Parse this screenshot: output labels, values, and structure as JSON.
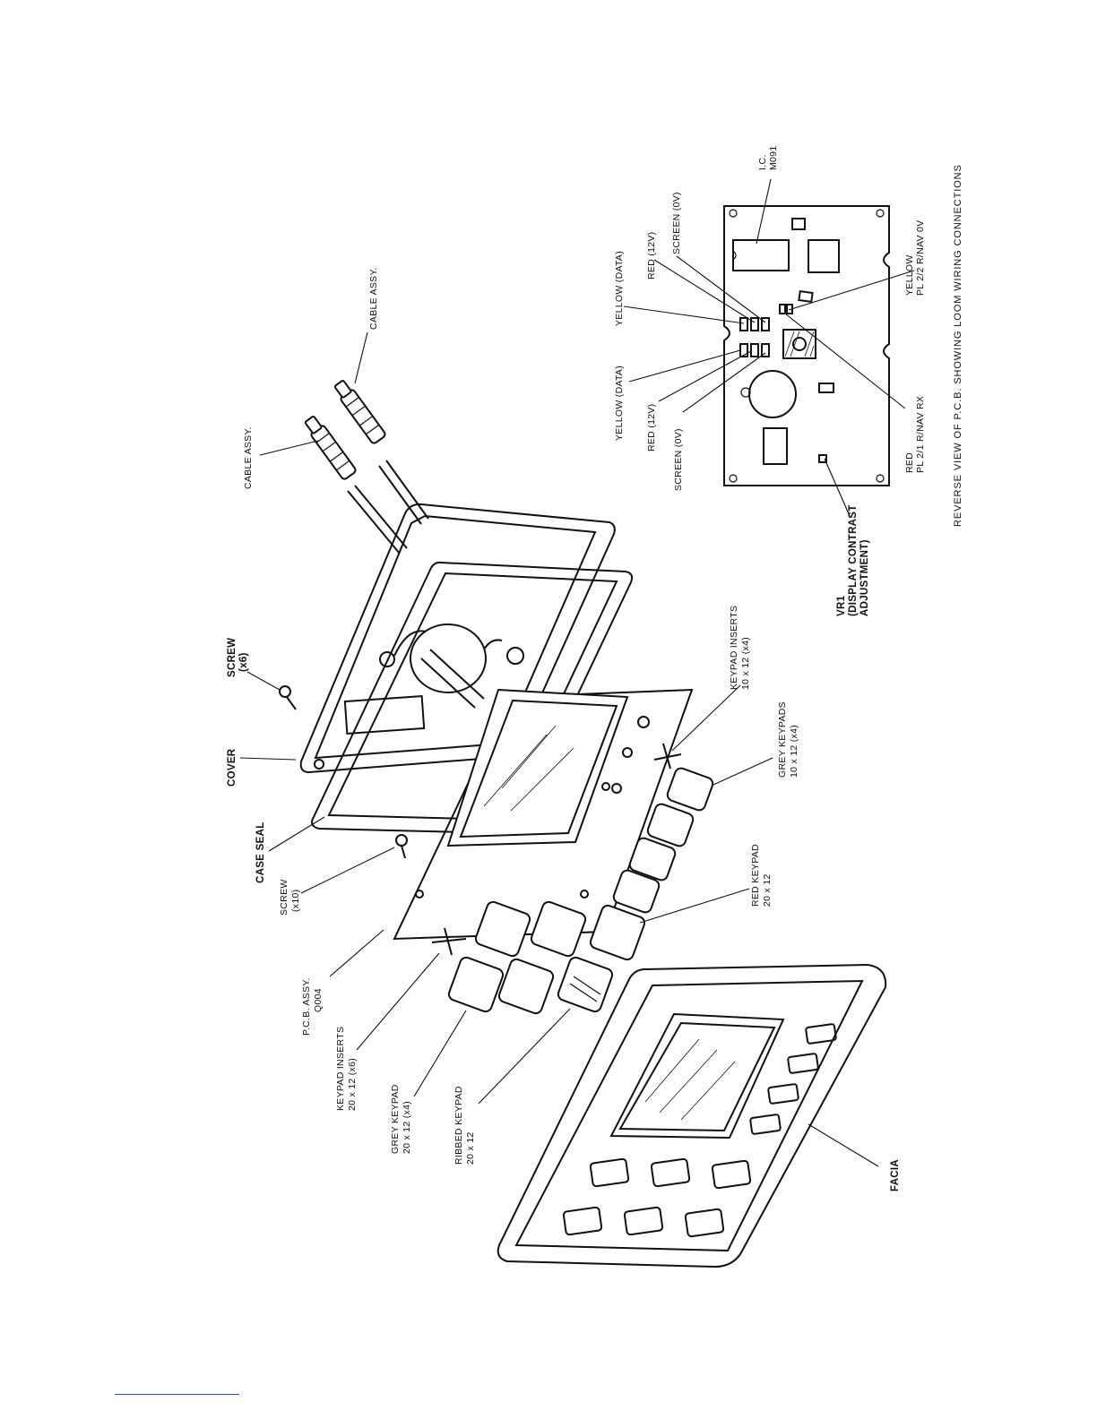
{
  "labels": {
    "cable_assy_1": "CABLE ASSY.",
    "cable_assy_2": "CABLE ASSY.",
    "screw_x6_name": "SCREW",
    "screw_x6_qty": "(x6)",
    "cover": "COVER",
    "case_seal": "CASE SEAL",
    "screw_x10_name": "SCREW",
    "screw_x10_qty": "(x10)",
    "pcb_name": "P.C.B. ASSY.",
    "pcb_code": "Q004",
    "keypad_inserts_20_name": "KEYPAD INSERTS",
    "keypad_inserts_20_size": "20 x 12 (x6)",
    "grey_keypad_20_name": "GREY KEYPAD",
    "grey_keypad_20_size": "20 x 12 (x4)",
    "ribbed_keypad_name": "RIBBED KEYPAD",
    "ribbed_keypad_size": "20 x 12",
    "red_keypad_name": "RED KEYPAD",
    "red_keypad_size": "20 x 12",
    "grey_keypads_10_name": "GREY KEYPADS",
    "grey_keypads_10_size": "10 x 12 (x4)",
    "keypad_inserts_10_name": "KEYPAD INSERTS",
    "keypad_inserts_10_size": "10 x 12 (x4)",
    "facia": "FACIA",
    "vr1_line1": "VR1",
    "vr1_line2": "(DISPLAY CONTRAST",
    "vr1_line3": "ADJUSTMENT)",
    "yellow_data_left": "YELLOW (DATA)",
    "red_12v_left": "RED (12V)",
    "screen_0v_left": "SCREEN (0V)",
    "yellow_data_right": "YELLOW (DATA)",
    "red_12v_right": "RED (12V)",
    "screen_0v_right": "SCREEN (0V)",
    "ic_line1": "I.C.",
    "ic_line2": "M091",
    "pl21_line1": "RED",
    "pl21_line2": "PL 2/1  R/NAV RX",
    "pl22_line1": "YELLOW",
    "pl22_line2": "PL 2/2  R/NAV 0V"
  },
  "caption": "REVERSE VIEW OF P.C.B. SHOWING LOOM WIRING CONNECTIONS",
  "colors": {
    "ink": "#111111",
    "paper": "#ffffff",
    "footer_rule": "#2a4fd0"
  }
}
